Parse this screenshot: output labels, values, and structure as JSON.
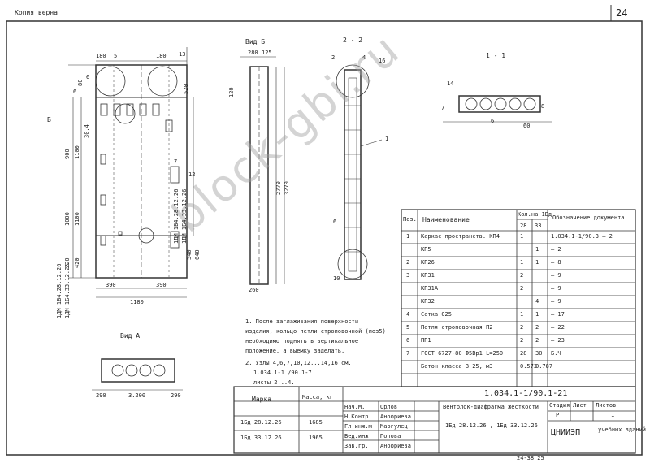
{
  "header": {
    "copy_label": "Копия верна",
    "sheet_number": "24"
  },
  "views": {
    "section_11": "1 - 1",
    "section_22": "2 - 2",
    "view_b": "Вид Б",
    "view_a": "Вид А",
    "b_marker": "Б"
  },
  "dims": {
    "top_left": [
      "180",
      "5",
      "180",
      "13",
      "80",
      "520",
      "6"
    ],
    "left_vertical": [
      "900",
      "1100",
      "1000",
      "1100",
      "220",
      "420",
      "3270",
      "2770"
    ],
    "mid_vertical": [
      "30.4",
      "540",
      "640",
      "120"
    ],
    "horizontal": [
      "390",
      "390",
      "1180",
      "280",
      "125",
      "260",
      "290",
      "3.200",
      "290",
      "60"
    ],
    "callouts": [
      "6",
      "7",
      "12",
      "1",
      "6",
      "10",
      "16",
      "14",
      "7",
      "6",
      "8",
      "2",
      "4"
    ]
  },
  "marks_rotated": [
    "1ДМ 1Б4.28.12.26",
    "1ДМ 1Б4.33.12.26",
    "1ДМ 1Б4.28.12.26",
    "1ДМ 1Б4.33.12.26"
  ],
  "spec_table": {
    "headers": {
      "pos": "Поз.",
      "name": "Наименование",
      "qty": "Кол.на 1Бд",
      "qty_28": "28",
      "qty_33": "33.",
      "doc": "Обозначение документа"
    },
    "rows": [
      {
        "pos": "1",
        "name": "Каркас пространств. КП4",
        "q28": "1",
        "q33": "",
        "doc": "1.034.1-1/90.3 — 2"
      },
      {
        "pos": "",
        "name": "КП5",
        "q28": "",
        "q33": "1",
        "doc": "— 2"
      },
      {
        "pos": "2",
        "name": "КП26",
        "q28": "1",
        "q33": "1",
        "doc": "— 8"
      },
      {
        "pos": "3",
        "name": "КП31",
        "q28": "2",
        "q33": "",
        "doc": "— 9"
      },
      {
        "pos": "",
        "name": "КП31А",
        "q28": "2",
        "q33": "",
        "doc": "— 9"
      },
      {
        "pos": "",
        "name": "КП32",
        "q28": "",
        "q33": "4",
        "doc": "— 9"
      },
      {
        "pos": "4",
        "name": "Сетка C25",
        "q28": "1",
        "q33": "1",
        "doc": "— 17"
      },
      {
        "pos": "5",
        "name": "Петля строповочная П2",
        "q28": "2",
        "q33": "2",
        "doc": "— 22"
      },
      {
        "pos": "6",
        "name": "ПП1",
        "q28": "2",
        "q33": "2",
        "doc": "— 23"
      },
      {
        "pos": "7",
        "name": "ГОСТ 6727-80 Ф5Вр1 L=250",
        "q28": "28",
        "q33": "30",
        "doc": "Б.Ч"
      },
      {
        "pos": "",
        "name": "Бетон класса В 25, м3",
        "q28": "0.573",
        "q33": "0.787",
        "doc": ""
      }
    ]
  },
  "notes": [
    "1. После заглаживания поверхности",
    "изделия, кольцо петли строповочной (поз5)",
    "необходимо поднять в вертикальное",
    "положение, а выемку заделать.",
    "2. Узлы 4,6,7,10,12...14,16 см.",
    "1.034.1-1 /90.1-7",
    "листы 2...4."
  ],
  "mass_table": {
    "h_mark": "Марка",
    "h_mass": "Масса, кг",
    "rows": [
      {
        "mark": "1Бд 28.12.26",
        "mass": "1685"
      },
      {
        "mark": "1Бд 33.12.26",
        "mass": "1965"
      }
    ]
  },
  "title_block": {
    "doc_code": "1.034.1-1/90.1-21",
    "staff": [
      {
        "role": "Нач.М.",
        "name": "Орлов"
      },
      {
        "role": "Н.Контр",
        "name": "Анофриева"
      },
      {
        "role": "Гл.инж.м",
        "name": "Маргулец"
      },
      {
        "role": "Вед.инж",
        "name": "Попова"
      },
      {
        "role": "Зав.гр.",
        "name": "Анофриева"
      }
    ],
    "title": "Вентблок-диафрагма жесткости",
    "marks": "1Бд 28.12.26 , 1Бд 33.12.26",
    "stage_h": "Стадия",
    "stage": "Р",
    "sheet_h": "Лист",
    "sheets_h": "Листов",
    "sheets": "1",
    "org": "ЦНИИЭП",
    "org_sub": "учебных зданий"
  },
  "footer": {
    "code": "24-38 25"
  },
  "watermark": "block-gbi.ru"
}
